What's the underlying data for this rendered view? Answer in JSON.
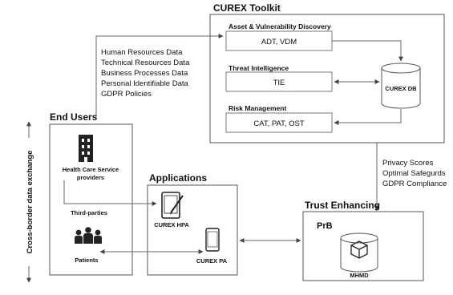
{
  "toolkit": {
    "title": "CUREX Toolkit",
    "discovery_title": "Asset & Vulnerability Discovery",
    "discovery_tools": "ADT, VDM",
    "threat_title": "Threat Intelligence",
    "threat_tool": "TIE",
    "risk_title": "Risk Management",
    "risk_tools": "CAT, PAT, OST",
    "db_label": "CUREX DB"
  },
  "data_flows": [
    "Human Resources Data",
    "Technical Resources Data",
    "Business Processes Data",
    "Personal Identifiable Data",
    "GDPR Policies"
  ],
  "end_users": {
    "title": "End Users",
    "health_care": [
      "Health Care Service",
      "providers"
    ],
    "third_parties": "Third-parties",
    "patients": "Patients"
  },
  "vertical_label": "Cross-border data exchange",
  "applications": {
    "title": "Applications",
    "hpa": "CUREX HPA",
    "pa": "CUREX PA"
  },
  "outputs": [
    "Privacy Scores",
    "Optimal Safegurds",
    "GDPR Compliance"
  ],
  "trust": {
    "title": "Trust Enhancing",
    "prb": "PrB",
    "mhmd": "MHMD"
  }
}
